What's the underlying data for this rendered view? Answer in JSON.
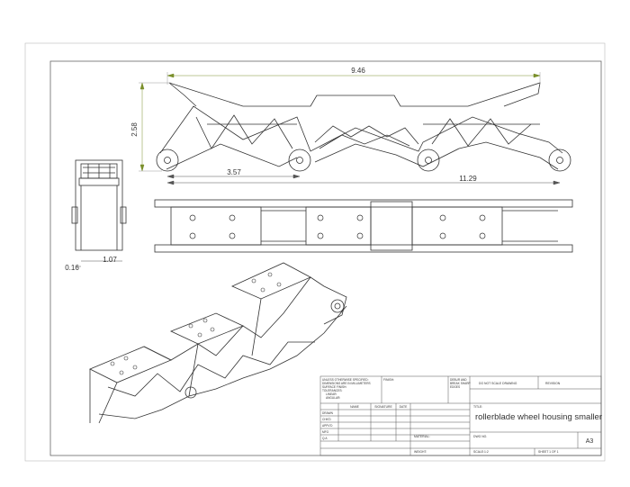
{
  "drawing": {
    "dimensions": {
      "overall_length": "9.46",
      "height": "2.58",
      "axle_offset": "3.57",
      "axle_span": "11.29",
      "side_width": "1.07",
      "side_offset": "0.16"
    }
  },
  "title_block": {
    "general_notes": [
      "UNLESS OTHERWISE SPECIFIED:",
      "DIMENSIONS ARE IN MILLIMETERS",
      "SURFACE FINISH:",
      "TOLERANCES:",
      "LINEAR:",
      "ANGULAR:"
    ],
    "finish_label": "FINISH:",
    "deburr_note": [
      "DEBUR AND",
      "BREAK SHARP",
      "EDGES"
    ],
    "do_not_scale": "DO NOT SCALE DRAWING",
    "revision_label": "REVISION",
    "col_name": "NAME",
    "col_signature": "SIGNATURE",
    "col_date": "DATE",
    "rows": [
      "DRAWN",
      "CHK'D",
      "APPV'D",
      "MFG",
      "Q.A"
    ],
    "title_label": "TITLE:",
    "title": "rollerblade wheel housing smaller",
    "material_label": "MATERIAL:",
    "dwg_no_label": "DWG NO.",
    "weight_label": "WEIGHT:",
    "scale_label": "SCALE:1:2",
    "sheet_label": "SHEET 1 OF 1",
    "size": "A3"
  }
}
